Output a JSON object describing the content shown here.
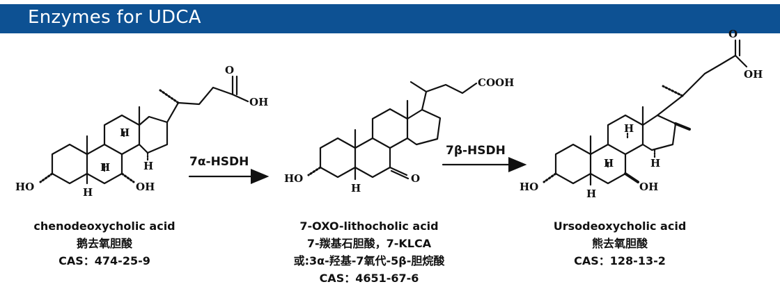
{
  "header": {
    "title": "Enzymes for UDCA"
  },
  "atoms": {
    "oh": "OH",
    "ho": "HO",
    "h": "H",
    "o": "O",
    "cooh": "COOH"
  },
  "steps": [
    {
      "enzyme": "7α-HSDH"
    },
    {
      "enzyme": "7β-HSDH"
    }
  ],
  "compounds": [
    {
      "name": "chenodeoxycholic acid",
      "chinese": "鹅去氧胆酸",
      "cas": "CAS：474-25-9"
    },
    {
      "name": "7-OXO-lithocholic acid",
      "chinese": "7-羰基石胆酸，7-KLCA",
      "alt": "或:3α-羟基-7氧代-5β-胆烷酸",
      "cas": "CAS：4651-67-6"
    },
    {
      "name": "Ursodeoxycholic acid",
      "chinese": "熊去氧胆酸",
      "cas": "CAS：128-13-2"
    }
  ],
  "colors": {
    "header": "#0d5193",
    "ink": "#111111"
  }
}
